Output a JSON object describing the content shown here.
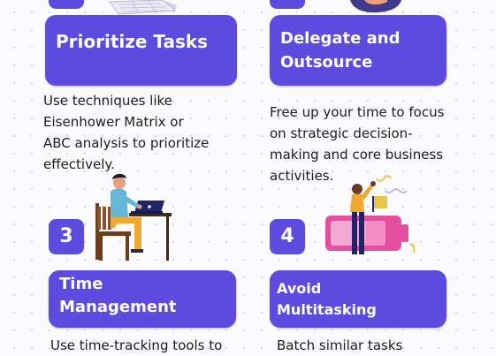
{
  "colors": {
    "accent": "#5d4bdf",
    "background": "#fbfbfd",
    "text": "#1c1c1c",
    "card_text": "#ffffff"
  },
  "steps": [
    {
      "number": "",
      "title": [
        "Prioritize Tasks"
      ],
      "description": [
        "Use techniques like",
        "Eisenhower Matrix or",
        "ABC analysis to prioritize",
        "effectively."
      ],
      "illustration": "planner-sheets-illustration"
    },
    {
      "number": "",
      "title": [
        "Delegate and",
        "Outsource"
      ],
      "description": [
        "Free up your time to focus",
        "on strategic decision-",
        "making and core business",
        "activities."
      ],
      "illustration": "person-illustration"
    },
    {
      "number": "3",
      "title": [
        "Time",
        "Management"
      ],
      "description": [
        "Use time-tracking tools to"
      ],
      "illustration": "person-at-laptop-illustration"
    },
    {
      "number": "4",
      "title": [
        "Avoid",
        "Multitasking"
      ],
      "description": [
        "Batch similar tasks"
      ],
      "illustration": "battery-charging-illustration"
    }
  ]
}
